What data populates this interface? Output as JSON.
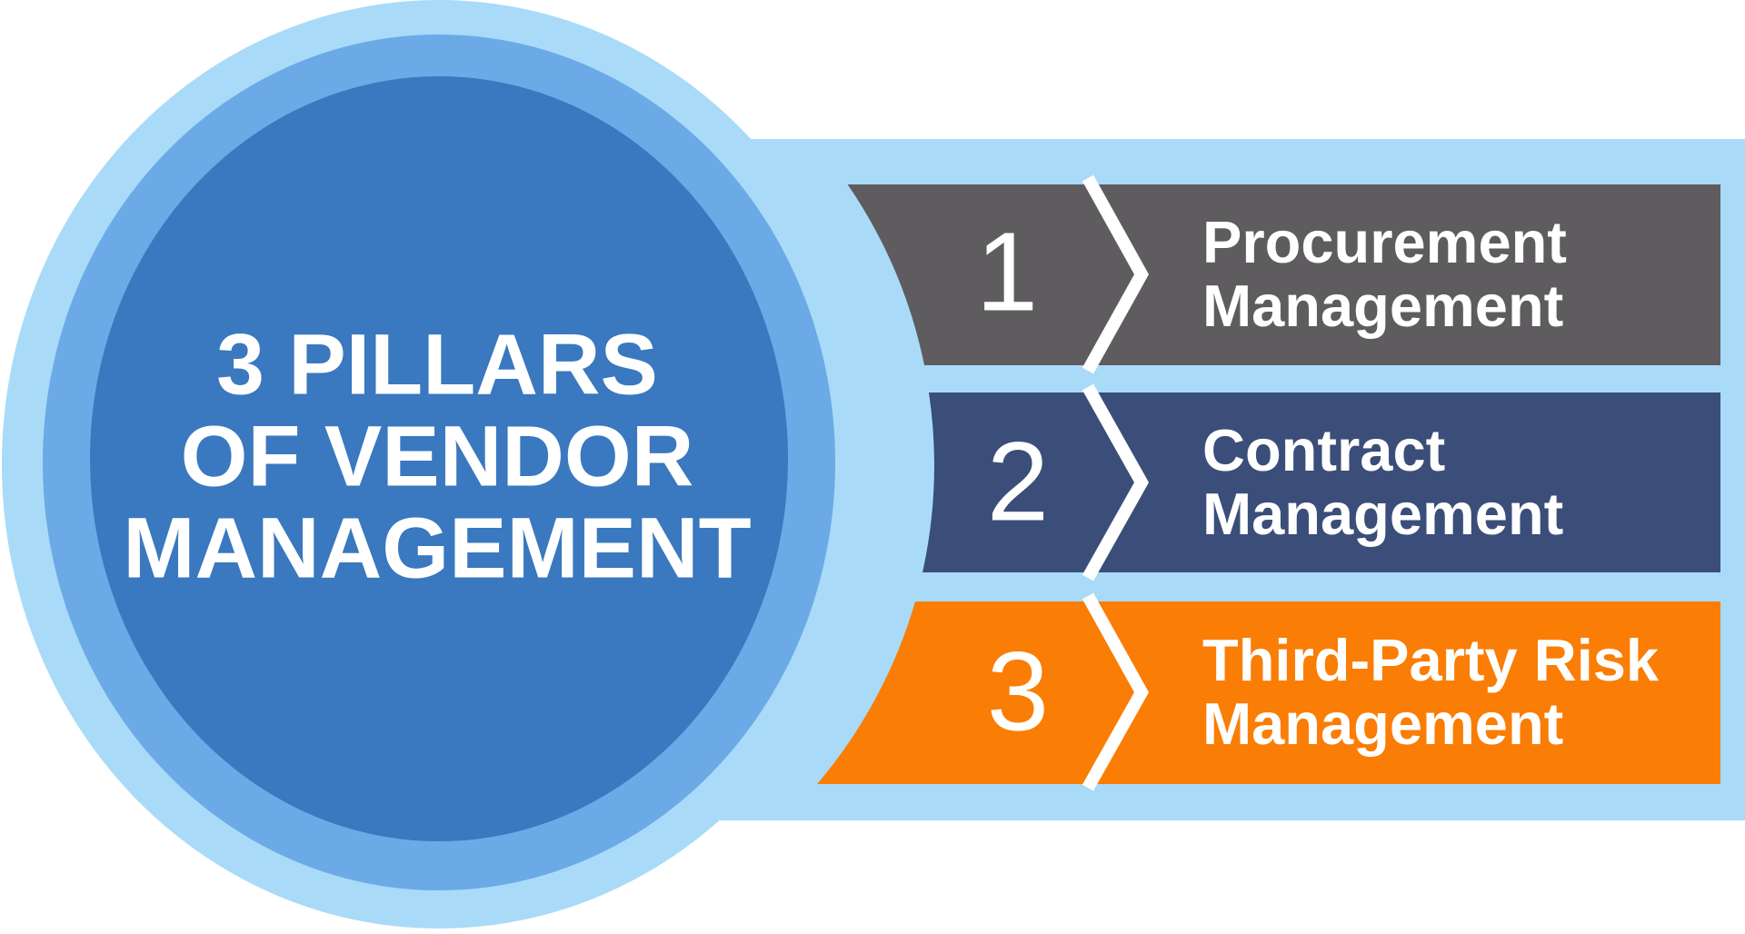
{
  "title": {
    "line1": "3 PILLARS",
    "line2": "OF VENDOR",
    "line3": "MANAGEMENT"
  },
  "pillars": [
    {
      "number": "1",
      "label_line1": "Procurement",
      "label_line2": "Management",
      "color": "#5E5C5E"
    },
    {
      "number": "2",
      "label_line1": "Contract",
      "label_line2": "Management",
      "color": "#3A4E79"
    },
    {
      "number": "3",
      "label_line1": "Third-Party Risk",
      "label_line2": "Management",
      "color": "#FA7D05"
    }
  ],
  "colors": {
    "background": "#FFFFFF",
    "band": "#A9DBF8",
    "circle_outer_ring": "#A9DBF8",
    "circle_middle_ring": "#6BAAE6",
    "circle_inner": "#3A78BF",
    "chevron": "#FFFFFF",
    "text": "#FFFFFF"
  }
}
